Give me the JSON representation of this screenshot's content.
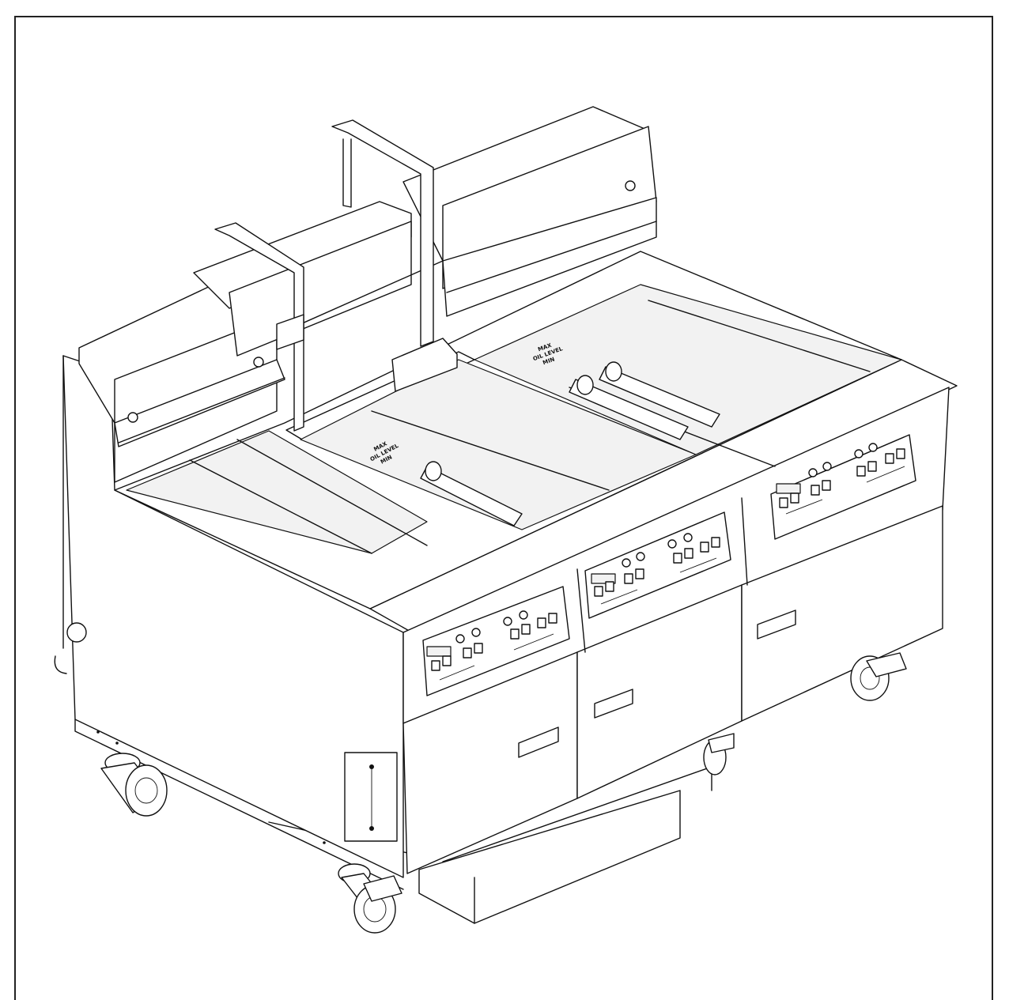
{
  "figure": {
    "oil_level_marks": [
      {
        "max_label": "MAX",
        "level_label": "OIL LEVEL",
        "min_label": "MIN"
      },
      {
        "max_label": "MAX",
        "level_label": "OIL LEVEL",
        "min_label": "MIN"
      }
    ],
    "fryer_count": 3,
    "caster_count": 4
  }
}
